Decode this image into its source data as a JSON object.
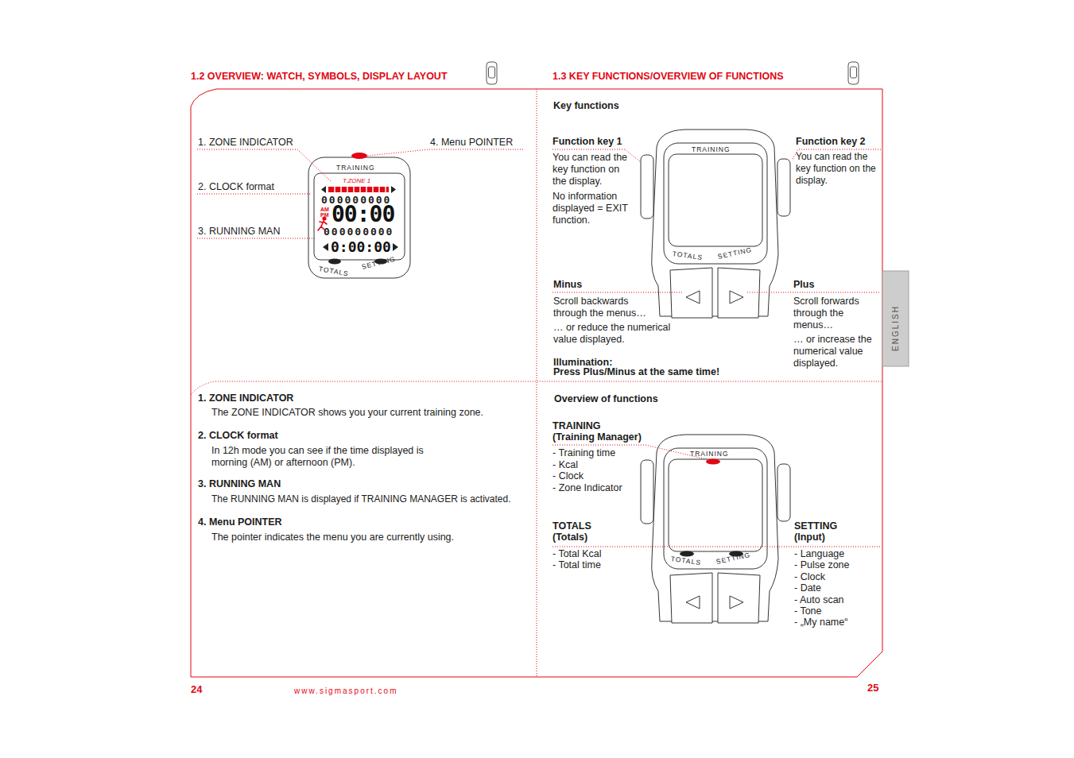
{
  "diagram": {
    "labels": [
      "1.2 OVERVIEW: WATCH, SYMBOLS, DISPLAY LAYOUT",
      "1.3 KEY FUNCTIONS/OVERVIEW OF FUNCTIONS",
      "1. ZONE INDICATOR",
      "2. CLOCK format",
      "3. RUNNING MAN",
      "4. Menu POINTER",
      "TRAINING",
      "T.ZONE 1",
      "000000000",
      "AM",
      "PM",
      "00:00",
      "000000000",
      "0:00:00",
      "TOTALS",
      "SETTING",
      "1. ZONE INDICATOR",
      "The ZONE INDICATOR shows you your current training zone.",
      "2. CLOCK format",
      "In 12h mode you can see if the time displayed is morning (AM) or afternoon (PM).",
      "3. RUNNING MAN",
      "The RUNNING MAN is displayed if TRAINING MANAGER is activated.",
      "4. Menu POINTER",
      "The pointer indicates the menu you are currently using.",
      "Key functions",
      "Function key 1",
      "You can read the key function on the display.",
      "No information displayed = EXIT function.",
      "Function key 2",
      "You can read the key function on the display.",
      "TRAINING",
      "TOTALS",
      "SETTING",
      "Minus",
      "Scroll backwards through the menus…",
      "… or reduce the numerical value displayed.",
      "Plus",
      "Scroll forwards through the menus…",
      "… or increase the numerical value displayed.",
      "Illumination:",
      "Press Plus/Minus at the same time!",
      "Overview of functions",
      "TRAINING",
      "(Training Manager)",
      "- Training time",
      "- Kcal",
      "- Clock",
      "- Zone Indicator",
      "TRAINING",
      "TOTALS",
      "SETTING",
      "TOTALS",
      "(Totals)",
      "- Total Kcal",
      "- Total time",
      "SETTING",
      "(Input)",
      "- Language",
      "- Pulse zone",
      "- Clock",
      "- Date",
      "- Auto scan",
      "- Tone",
      "- „My name“",
      "ENGLISH",
      "24",
      "www.sigmasport.com",
      "25"
    ]
  }
}
